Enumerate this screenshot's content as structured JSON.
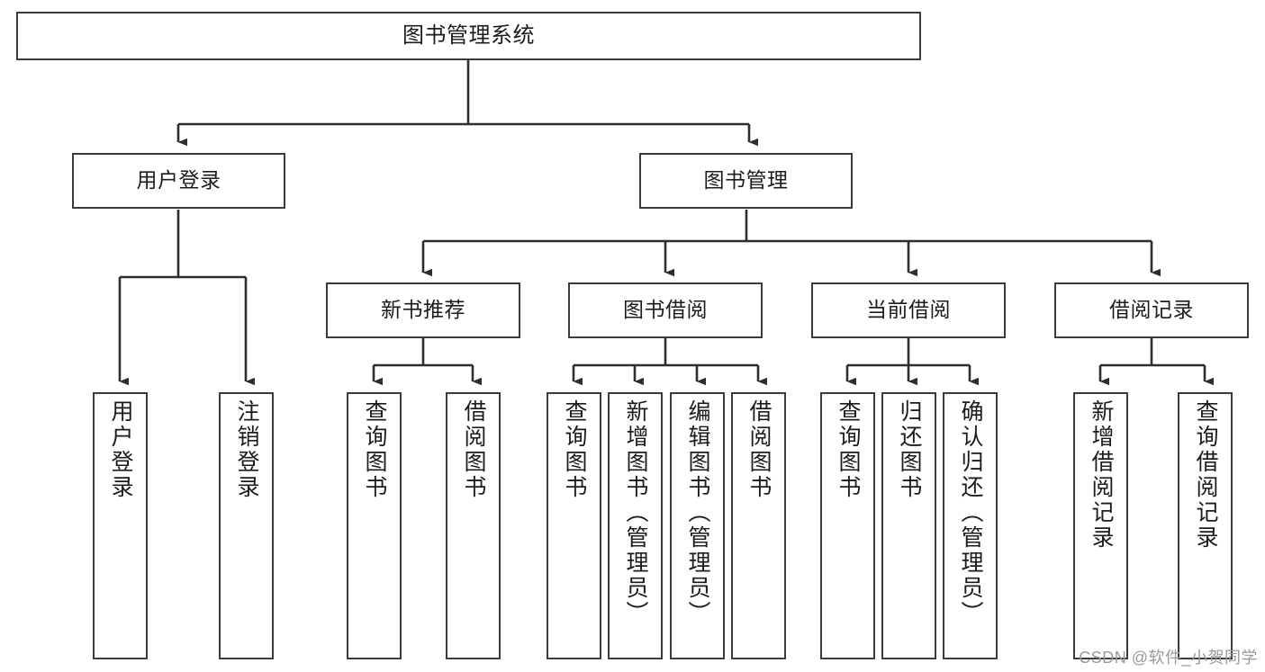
{
  "diagram": {
    "title": "图书管理系统",
    "type": "tree-hierarchy",
    "stroke_color": "#3b3b3b",
    "background_color": "#ffffff",
    "root": {
      "id": "root",
      "label": "图书管理系统"
    },
    "level2": [
      {
        "id": "user-login",
        "label": "用户登录"
      },
      {
        "id": "book-management",
        "label": "图书管理"
      }
    ],
    "level3": [
      {
        "id": "new-book-recommend",
        "label": "新书推荐",
        "parent": "book-management"
      },
      {
        "id": "book-borrow",
        "label": "图书借阅",
        "parent": "book-management"
      },
      {
        "id": "current-borrow",
        "label": "当前借阅",
        "parent": "book-management"
      },
      {
        "id": "borrow-record",
        "label": "借阅记录",
        "parent": "book-management"
      }
    ],
    "leaves": [
      {
        "id": "leaf-user-login",
        "label": "用户登录",
        "parent": "user-login"
      },
      {
        "id": "leaf-logout-login",
        "label": "注销登录",
        "parent": "user-login"
      },
      {
        "id": "leaf-query-book-1",
        "label": "查询图书",
        "parent": "new-book-recommend"
      },
      {
        "id": "leaf-borrow-book-1",
        "label": "借阅图书",
        "parent": "new-book-recommend"
      },
      {
        "id": "leaf-query-book-2",
        "label": "查询图书",
        "parent": "book-borrow"
      },
      {
        "id": "leaf-add-book",
        "label": "新增图书（管理员）",
        "parent": "book-borrow"
      },
      {
        "id": "leaf-edit-book",
        "label": "编辑图书（管理员）",
        "parent": "book-borrow"
      },
      {
        "id": "leaf-borrow-book-2",
        "label": "借阅图书",
        "parent": "book-borrow"
      },
      {
        "id": "leaf-query-book-3",
        "label": "查询图书",
        "parent": "current-borrow"
      },
      {
        "id": "leaf-return-book",
        "label": "归还图书",
        "parent": "current-borrow"
      },
      {
        "id": "leaf-confirm-return",
        "label": "确认归还（管理员）",
        "parent": "current-borrow"
      },
      {
        "id": "leaf-add-borrow-record",
        "label": "新增借阅记录",
        "parent": "borrow-record"
      },
      {
        "id": "leaf-query-borrow-record",
        "label": "查询借阅记录",
        "parent": "borrow-record"
      }
    ]
  },
  "watermark": {
    "text": "CSDN @软件_小贺同学"
  }
}
